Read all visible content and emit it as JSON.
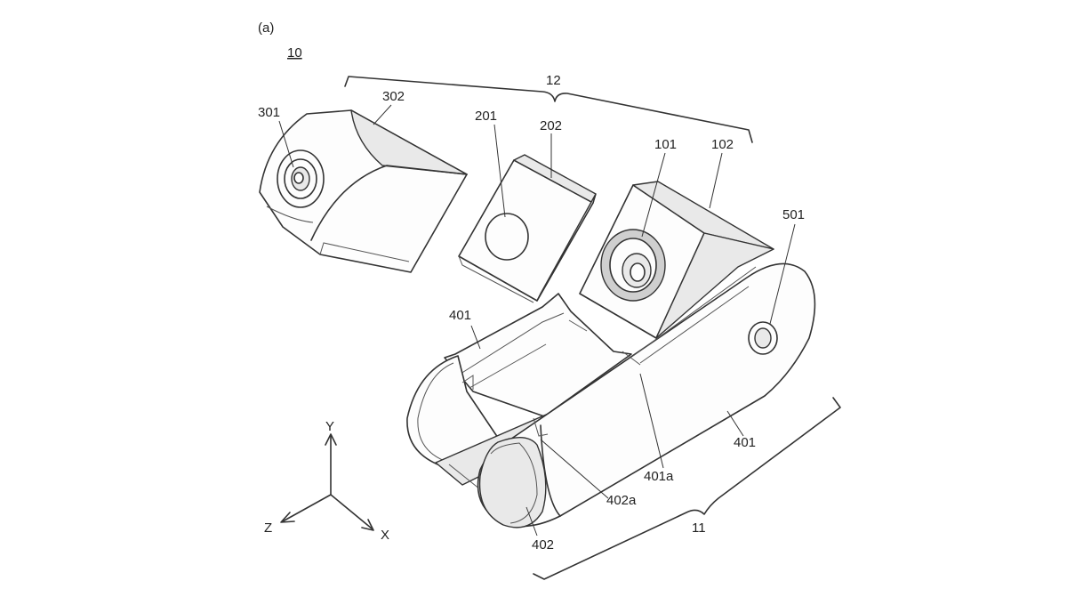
{
  "figure": {
    "panel_label": "(a)",
    "assembly_label": "10",
    "group_labels": {
      "top_group": "12",
      "bottom_group": "11"
    },
    "part_labels": {
      "p301": "301",
      "p302": "302",
      "p201": "201",
      "p202": "202",
      "p101": "101",
      "p102": "102",
      "p501": "501",
      "p401_left": "401",
      "p401_right": "401",
      "p401a": "401a",
      "p402": "402",
      "p402a": "402a"
    },
    "axes": {
      "y": "Y",
      "z": "Z",
      "x": "X"
    }
  }
}
